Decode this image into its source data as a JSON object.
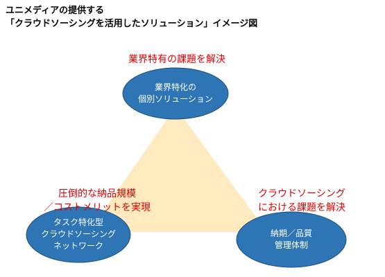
{
  "heading": {
    "line1": "ユニメディアの提供する",
    "line2": "「クラウドソーシングを活用したソリューション」イメージ図"
  },
  "colors": {
    "node_fill": "#2E75B6",
    "node_stroke": "#1F4E79",
    "triangle_fill": "#FFE9BF",
    "callout_text": "#E00000",
    "node_text": "#FFFFFF"
  },
  "nodes": {
    "top": {
      "lines": [
        "業界特化の",
        "個別ソリューション"
      ]
    },
    "left": {
      "lines": [
        "タスク特化型",
        "クラウドソーシング",
        "ネットワーク"
      ]
    },
    "right": {
      "lines": [
        "納期／品質",
        "管理体制"
      ]
    }
  },
  "callouts": {
    "top": {
      "lines": [
        "業界特有の課題を解決"
      ]
    },
    "left": {
      "lines": [
        "圧倒的な納品規模",
        "／コストメリットを実現"
      ]
    },
    "right": {
      "lines": [
        "クラウドソーシング",
        "における課題を解決"
      ]
    }
  }
}
